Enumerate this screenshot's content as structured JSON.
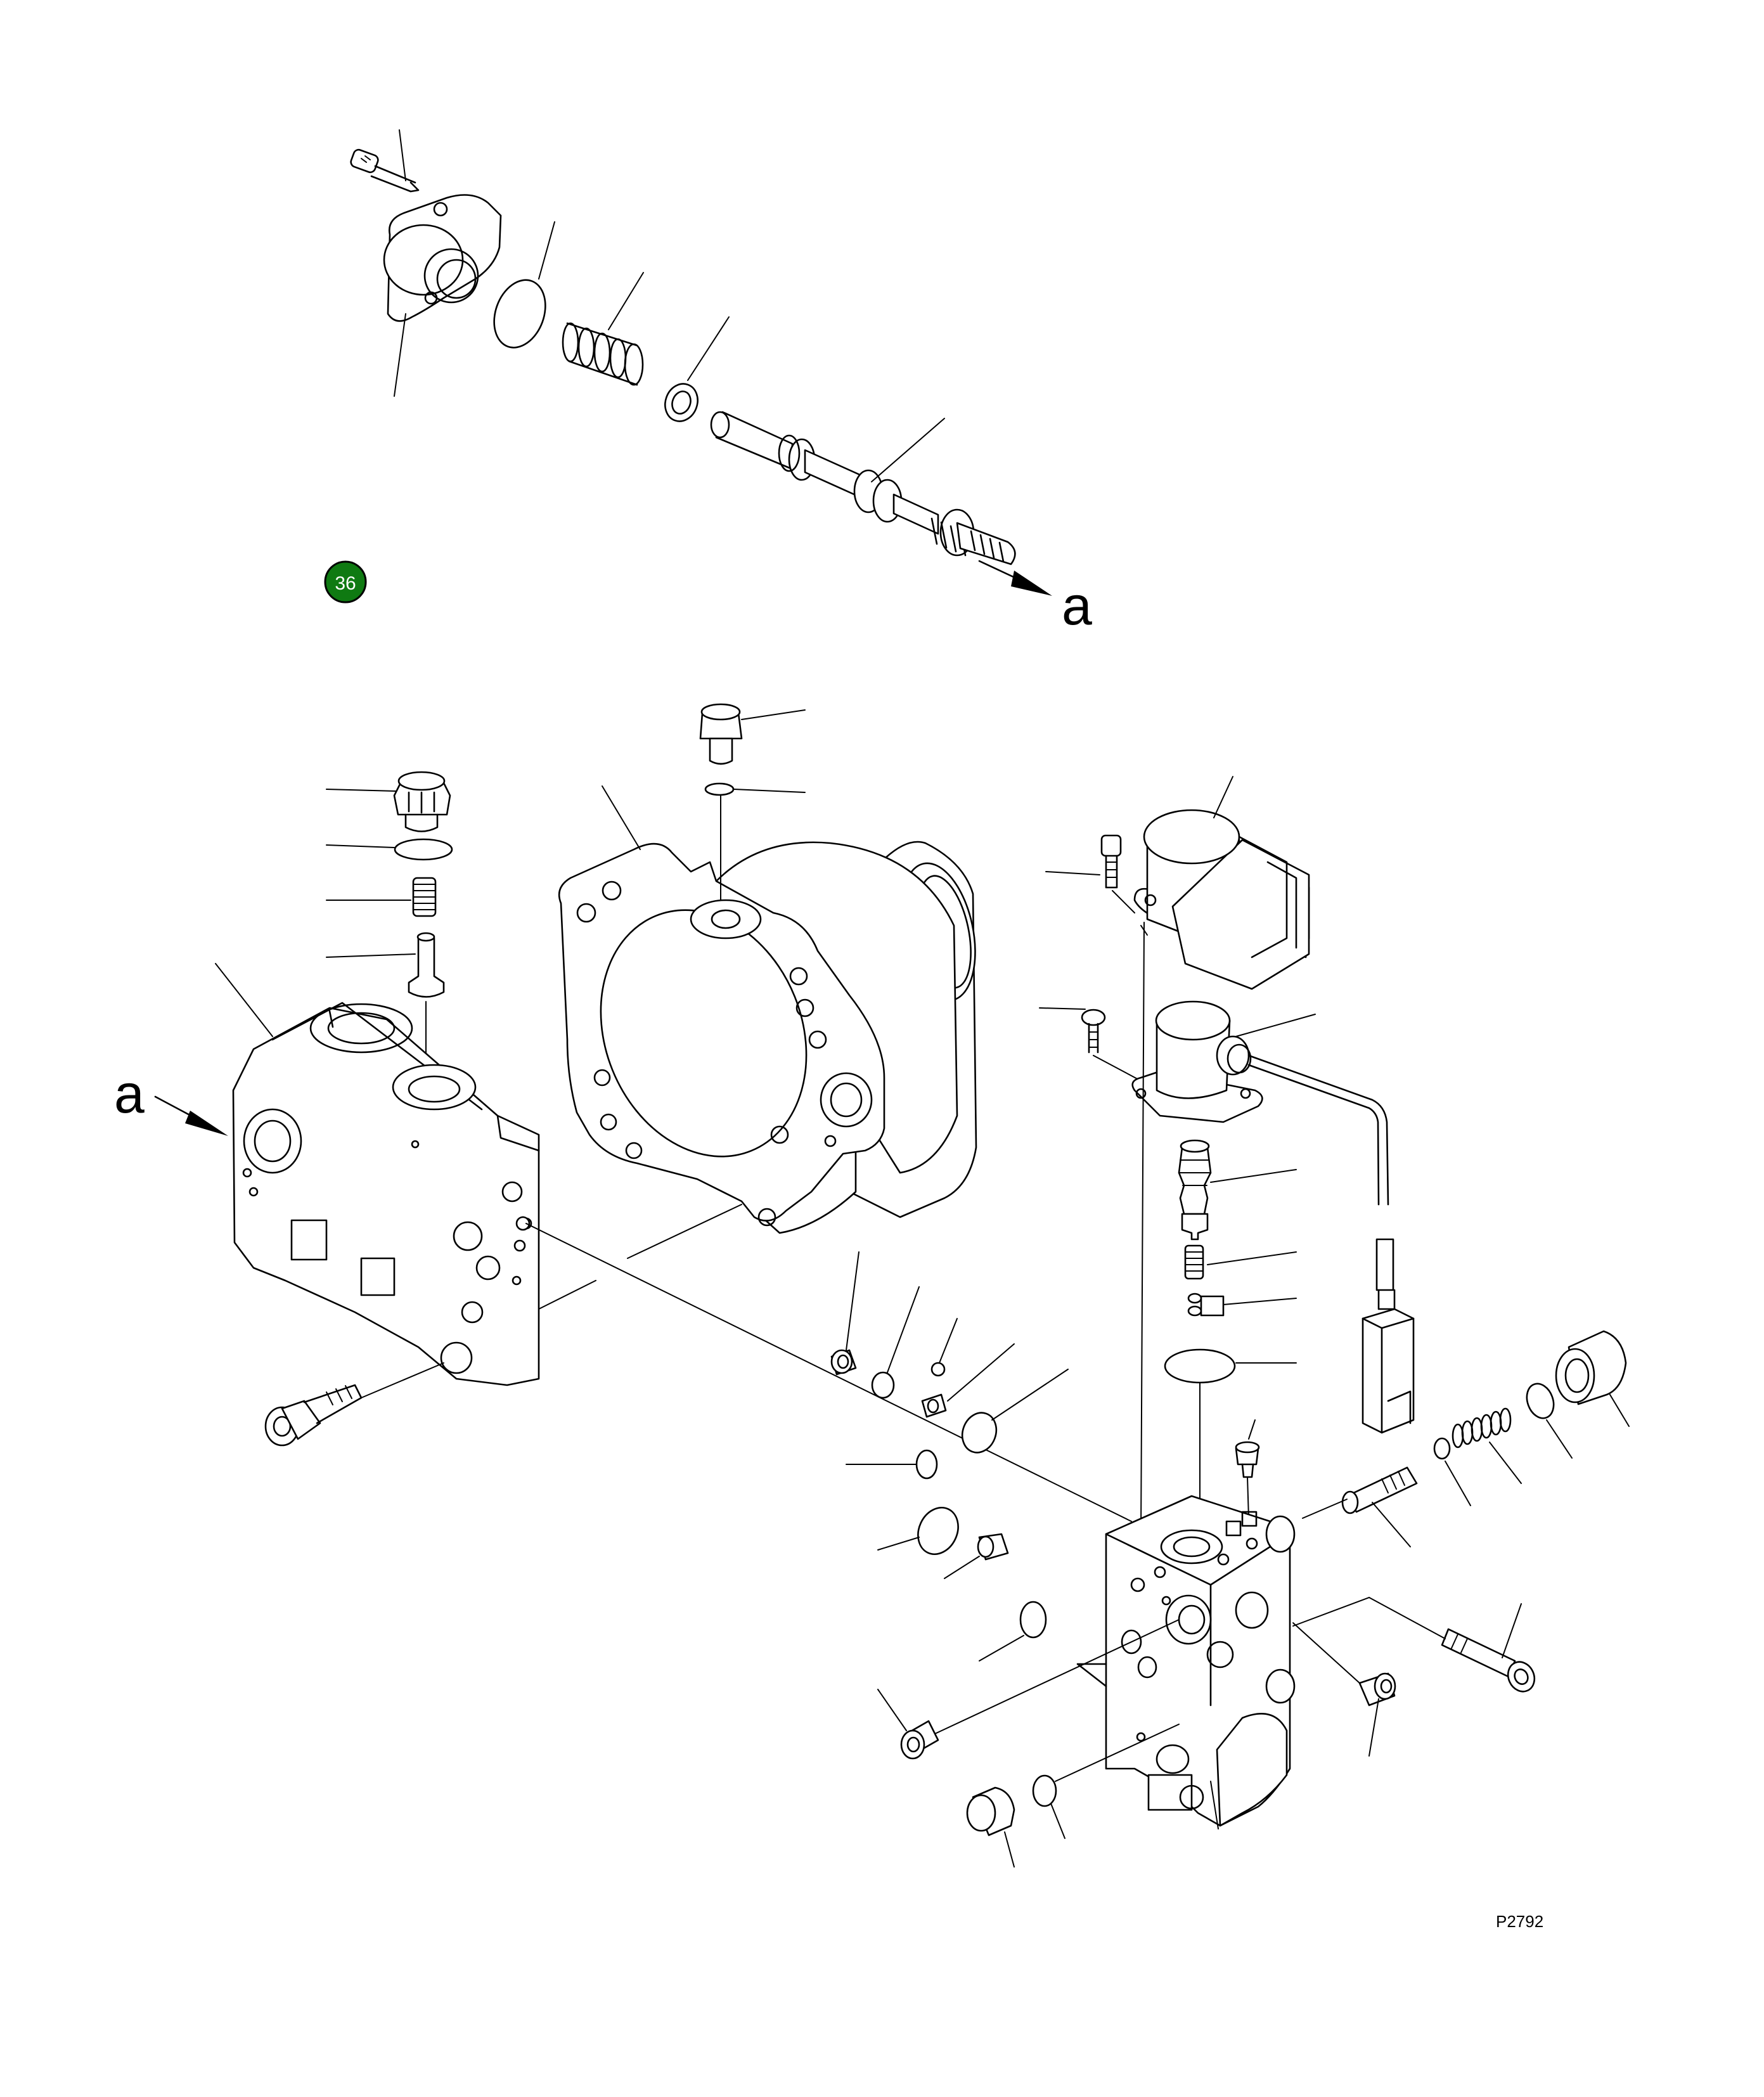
{
  "diagram": {
    "badge": {
      "label": "36",
      "color": "#0f7a12"
    },
    "arrow_label_top": "a",
    "arrow_label_left": "a",
    "drawing_number": "P2792",
    "line_color": "#000000",
    "background": "#ffffff"
  }
}
